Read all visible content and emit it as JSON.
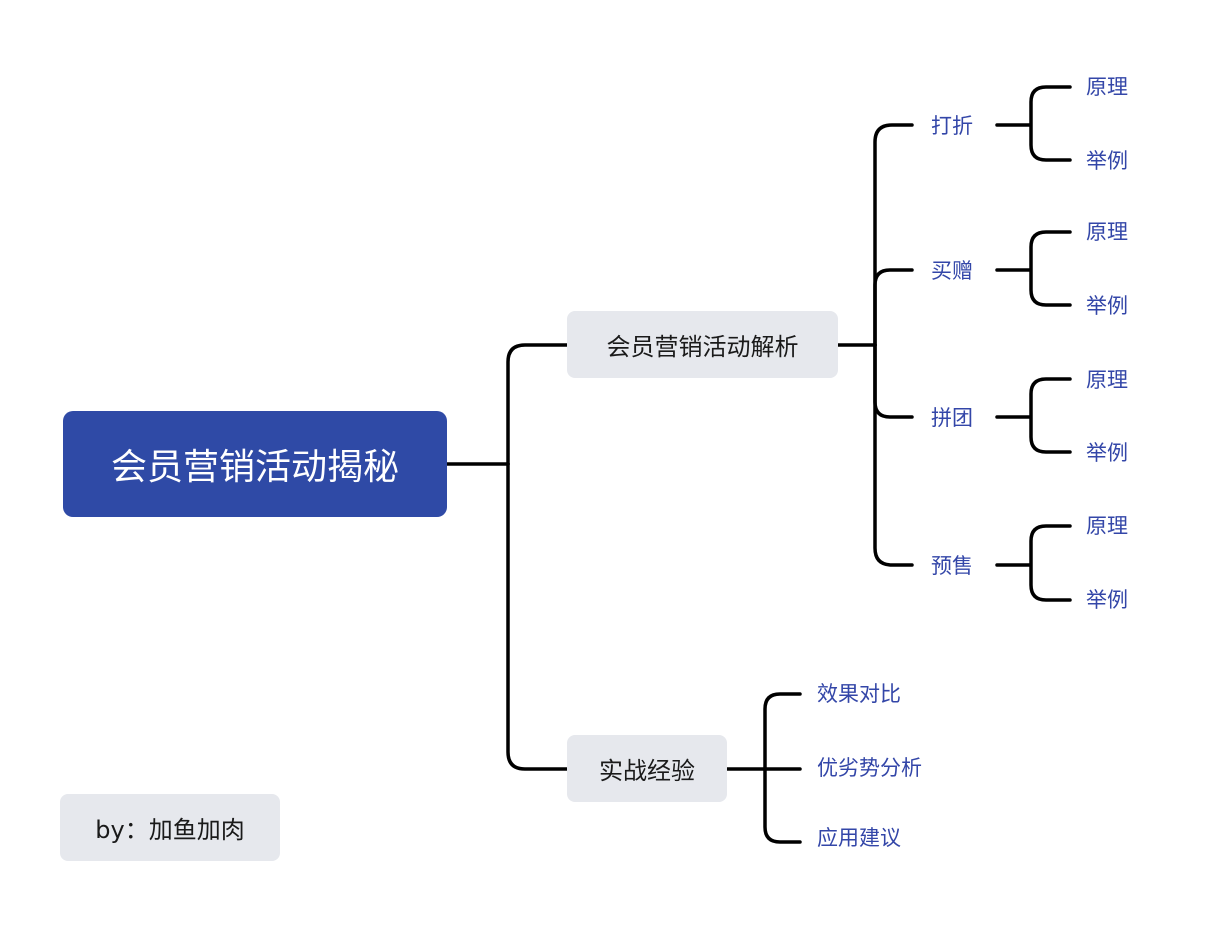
{
  "root": {
    "label": "会员营销活动揭秘"
  },
  "branch_analysis": {
    "label": "会员营销活动解析",
    "children": [
      {
        "label": "打折",
        "leaves": [
          "原理",
          "举例"
        ]
      },
      {
        "label": "买赠",
        "leaves": [
          "原理",
          "举例"
        ]
      },
      {
        "label": "拼团",
        "leaves": [
          "原理",
          "举例"
        ]
      },
      {
        "label": "预售",
        "leaves": [
          "原理",
          "举例"
        ]
      }
    ]
  },
  "branch_experience": {
    "label": "实战经验",
    "children": [
      "效果对比",
      "优劣势分析",
      "应用建议"
    ]
  },
  "credit": {
    "label": "by：加鱼加肉"
  },
  "colors": {
    "root_fill": "#2f4aa6",
    "branch_fill": "#e6e8ed",
    "sub_text": "#3346a8",
    "line": "#000000"
  }
}
